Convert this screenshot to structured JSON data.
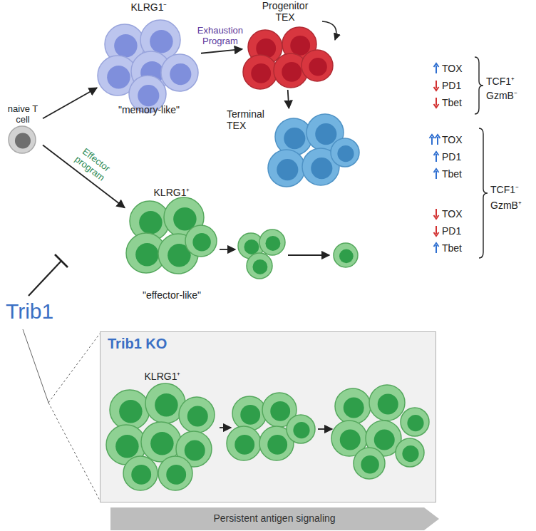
{
  "diagram": {
    "nodes": [
      {
        "text": [
          "naive T cell"
        ]
      },
      {
        "text": [
          "KLRG1⁻",
          "\"memory-like\""
        ]
      },
      {
        "text": [
          "Progenitor TEX"
        ]
      },
      {
        "text": [
          "Terminal TEX"
        ]
      },
      {
        "text": [
          "KLRG1⁺",
          "\"effector-like\""
        ]
      },
      {
        "text": [
          "Trib1 KO"
        ]
      },
      {
        "text": [
          "KLRG1⁺"
        ],
        "in": 5
      }
    ],
    "edges": [
      {
        "from": 0,
        "to": 1,
        "arrow": "to"
      },
      {
        "from": 0,
        "to": 4,
        "arrow": "to",
        "label": "Effector program"
      },
      {
        "from": 1,
        "to": 2,
        "arrow": "to",
        "label": "Exhaustion Program"
      },
      {
        "from": 2,
        "to": 3,
        "arrow": "to"
      }
    ],
    "labels": [
      "Trib1",
      "TOX",
      "PD1",
      "Tbet",
      "TCF1⁺",
      "GzmB⁻",
      "TOX",
      "PD1",
      "Tbet",
      "TOX",
      "PD1",
      "Tbet",
      "TCF1⁻",
      "GzmB⁺",
      "Persistent antigen signaling"
    ]
  }
}
